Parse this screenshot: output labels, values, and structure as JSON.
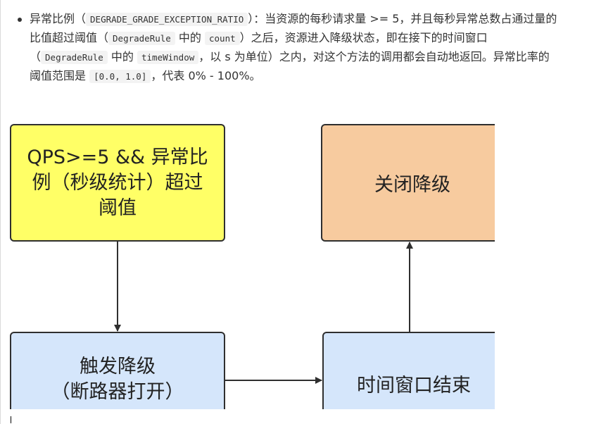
{
  "bullet": {
    "t1": "异常比例（",
    "c1": "DEGRADE_GRADE_EXCEPTION_RATIO",
    "t2": "）：当资源的每秒请求量 >= 5，并且每秒异常总数占通过量的比值超过阈值（",
    "c2": "DegradeRule",
    "t3": " 中的 ",
    "c3": "count",
    "t4": "）之后，资源进入降级状态，即在接下的时间窗口（",
    "c4": "DegradeRule",
    "t5": " 中的 ",
    "c5": "timeWindow",
    "t6": "，以 s 为单位）之内，对这个方法的调用都会自动地返回。异常比率的阈值范围是 ",
    "c6": "[0.0, 1.0]",
    "t7": "，代表 0% - 100%。"
  },
  "diagram": {
    "node_condition": {
      "line1": "QPS>=5 && 异常比",
      "line2": "例（秒级统计）超过",
      "line3": "阈值",
      "fill": "#ffff66"
    },
    "node_close": {
      "label": "关闭降级",
      "fill": "#f7cb9f"
    },
    "node_trigger": {
      "line1": "触发降级",
      "line2": "（断路器打开）",
      "fill": "#d5e6fb"
    },
    "node_window_end": {
      "label": "时间窗口结束",
      "fill": "#d5e6fb"
    }
  }
}
